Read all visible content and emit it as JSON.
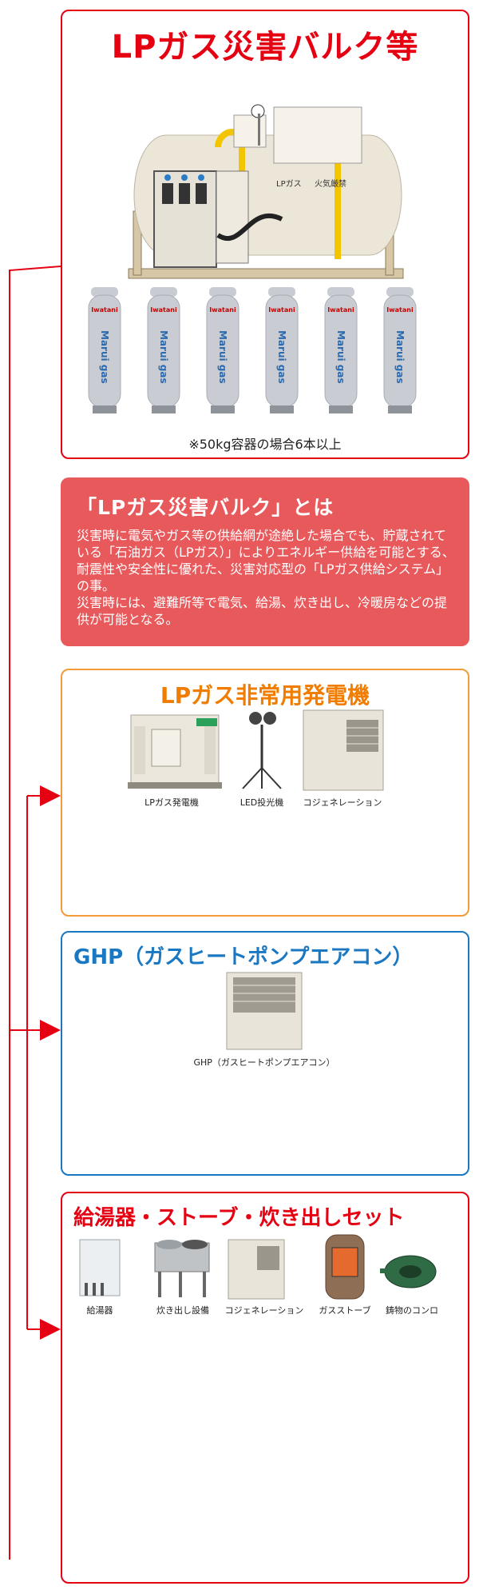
{
  "header": {
    "title": "LPガス災害バルク等",
    "tank_labels": [
      "LPガス",
      "火気厳禁"
    ],
    "cylinder_brand": "Iwatani",
    "cylinder_label": "Marui gas",
    "cylinder_note": "※50kg容器の場合6本以上"
  },
  "info": {
    "heading": "「LPガス災害バルク」とは",
    "body": "災害時に電気やガス等の供給網が途絶した場合でも、貯蔵されている「石油ガス（LPガス）」によりエネルギー供給を可能とする、耐震性や安全性に優れた、災害対応型の「LPガス供給システム」の事。\n災害時には、避難所等で電気、給湯、炊き出し、冷暖房などの提供が可能となる。"
  },
  "generator": {
    "title": "LPガス非常用発電機",
    "items": [
      "LPガス発電機",
      "LED投光機",
      "コジェネレーション"
    ]
  },
  "ghp": {
    "title": "GHP（ガスヒートポンプエアコン）",
    "items": [
      "GHP（ガスヒートポンプエアコン）"
    ]
  },
  "water": {
    "title": "給湯器・ストーブ・炊き出しセット",
    "items": [
      "給湯器",
      "炊き出し設備",
      "コジェネレーション",
      "ガスストーブ",
      "鋳物のコンロ"
    ]
  },
  "colors": {
    "red": "#e50012",
    "orange": "#f39a3a",
    "blue": "#1a78c2",
    "info_bg": "#e8595c"
  }
}
